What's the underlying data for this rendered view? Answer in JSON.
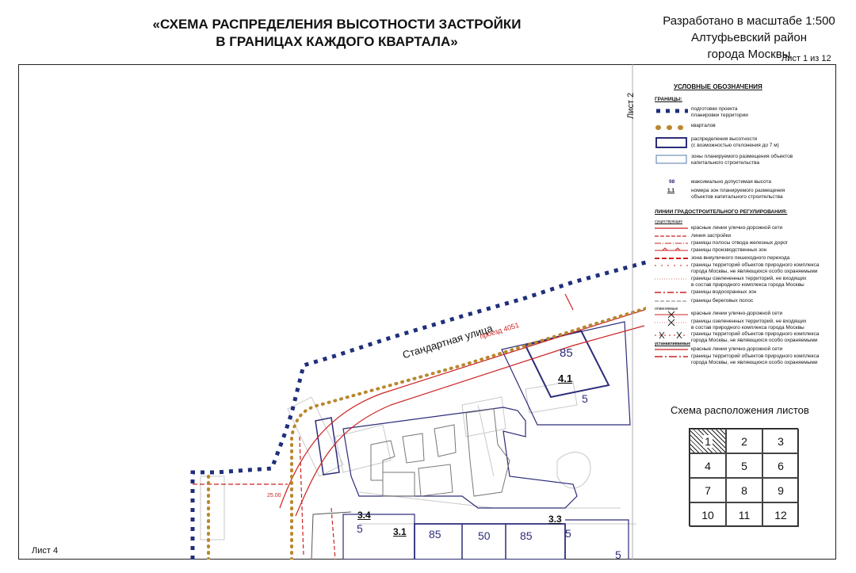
{
  "title": {
    "line1": "«СХЕМА РАСПРЕДЕЛЕНИЯ ВЫСОТНОСТИ ЗАСТРОЙКИ",
    "line2": "В ГРАНИЦАХ КАЖДОГО КВАРТАЛА»"
  },
  "header_right": {
    "scale": "Разработано в масштабе 1:500",
    "district": "Алтуфьевский район",
    "city": "города Москвы",
    "sheet": "Лист 1 из 12"
  },
  "map": {
    "street": "Стандартная улица",
    "proezd": "проезд 4051",
    "sheet_left": "Лист 4",
    "sheet_top": "Лист 2",
    "zones": [
      {
        "id": "4.1",
        "height": "85",
        "height2": "5"
      },
      {
        "id": "3.4",
        "height": "5"
      },
      {
        "id": "3.1",
        "height": "85"
      },
      {
        "id": "3.3",
        "height": "5"
      }
    ],
    "heights_row": [
      "85",
      "50",
      "85",
      "5",
      "5"
    ],
    "dim_25": "25.00"
  },
  "legend": {
    "title": "УСЛОВНЫЕ ОБОЗНАЧЕНИЯ",
    "borders_head": "ГРАНИЦЫ:",
    "items": [
      {
        "text": "подготовки проекта\nпланировки территории"
      },
      {
        "text": "кварталов"
      },
      {
        "text": "распределения высотности\n(с возможностью отклонения до 7 м)"
      },
      {
        "text": "зоны планируемого размещения объектов\nкапитального строительства"
      },
      {
        "sym": "98",
        "text": "максимально допустимая высота"
      },
      {
        "sym": "1.1",
        "text": "номера зон планируемого размещения\nобъектов капитального строительства"
      }
    ],
    "lines_head": "ЛИНИИ ГРАДОСТРОИТЕЛЬНОГО РЕГУЛИРОВАНИЯ:",
    "existing_head": "существующие",
    "lines": [
      "красные линии улично-дорожной сети",
      "линия застройки",
      "границы полосы отвода железных дорог",
      "границы производственных зон",
      "зона внеуличного пешеходного перехода",
      "границы территорий объектов природного комплекса\nгорода Москвы, не являющихся особо охраняемыми",
      "границы озелененных территорий, не входящих\nв состав природного комплекса города Москвы",
      "границы водоохранных зон",
      "границы береговых полос"
    ],
    "cancelled_head": "отменяемые",
    "cancelled": [
      "красные линии улично-дорожной сети",
      "границы озелененных территорий, не входящих\nв состав природного комплекса города Москвы",
      "границы территорий объектов природного комплекса\nгорода Москвы, не являющихся особо охраняемыми"
    ],
    "established_head": "устанавливаемые",
    "established": [
      "красные линии улично-дорожной сети",
      "границы территорий объектов природного комплекса\nгорода Москвы, не являющихся особо охраняемыми"
    ]
  },
  "sheet_scheme": {
    "title": "Схема расположения листов",
    "cells": [
      "1",
      "2",
      "3",
      "4",
      "5",
      "6",
      "7",
      "8",
      "9",
      "10",
      "11",
      "12"
    ]
  },
  "colors": {
    "planning_border": "#1f2f7a",
    "quarter_border": "#b8872e",
    "red_line": "#cc2222",
    "zone": "#2d2d7a"
  }
}
